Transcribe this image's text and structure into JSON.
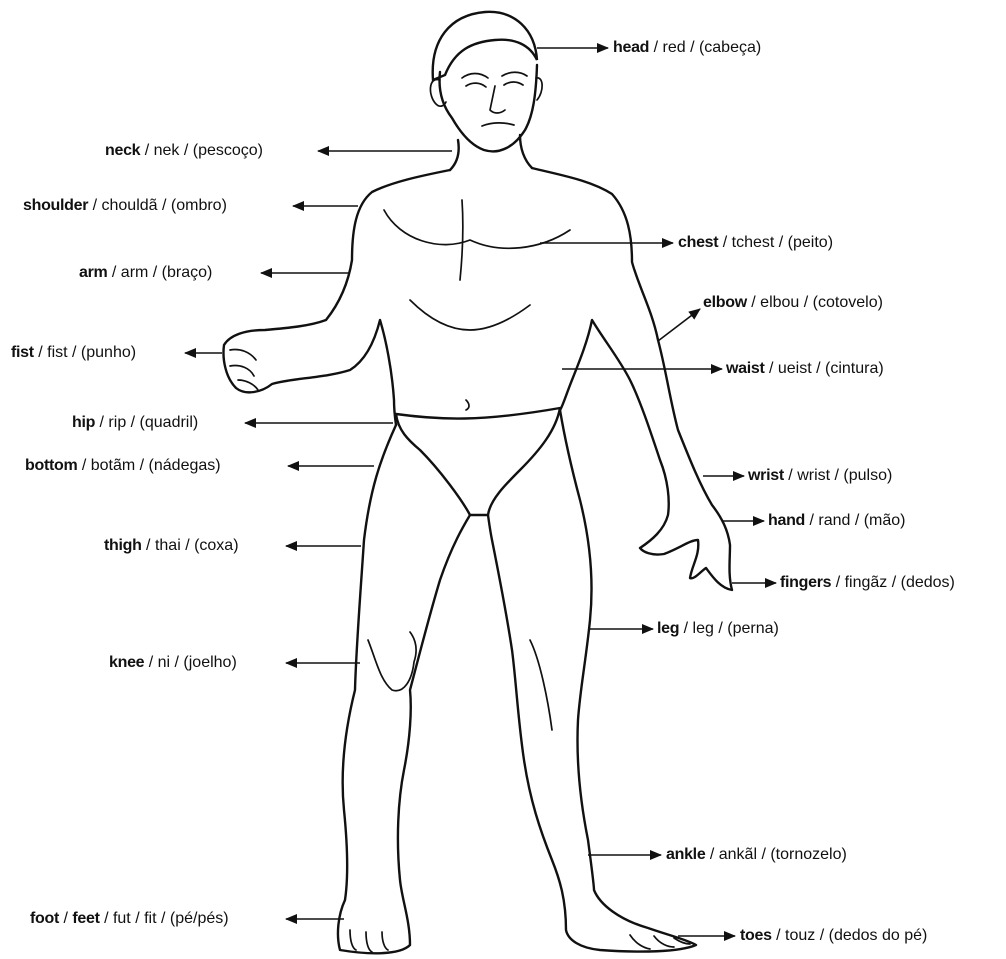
{
  "labels": {
    "head": {
      "word": "head",
      "rest": " / red / (cabeça)"
    },
    "neck": {
      "word": "neck",
      "rest": " / nek / (pescoço)"
    },
    "shoulder": {
      "word": "shoulder",
      "rest": " / chouldã / (ombro)"
    },
    "chest": {
      "word": "chest",
      "rest": " / tchest / (peito)"
    },
    "arm": {
      "word": "arm",
      "rest": " / arm / (braço)"
    },
    "elbow": {
      "word": "elbow",
      "rest": " / elbou / (cotovelo)"
    },
    "fist": {
      "word": "fist",
      "rest": " / fist / (punho)"
    },
    "waist": {
      "word": "waist",
      "rest": " / ueist / (cintura)"
    },
    "hip": {
      "word": "hip",
      "rest": " / rip / (quadril)"
    },
    "bottom": {
      "word": "bottom",
      "rest": " / botãm / (nádegas)"
    },
    "wrist": {
      "word": "wrist",
      "rest": " / wrist / (pulso)"
    },
    "hand": {
      "word": "hand",
      "rest": " / rand / (mão)"
    },
    "thigh": {
      "word": "thigh",
      "rest": " / thai / (coxa)"
    },
    "fingers": {
      "word": "fingers",
      "rest": " / fingãz / (dedos)"
    },
    "leg": {
      "word": "leg",
      "rest": " / leg / (perna)"
    },
    "knee": {
      "word": "knee",
      "rest": " / ni / (joelho)"
    },
    "ankle": {
      "word": "ankle",
      "rest": " / ankãl / (tornozelo)"
    },
    "foot": {
      "word": "foot",
      "sep": " / ",
      "word2": "feet",
      "rest": " / fut / fit / (pé/pés)"
    },
    "toes": {
      "word": "toes",
      "rest": " / touz / (dedos do pé)"
    }
  },
  "colors": {
    "ink": "#111111",
    "background": "#ffffff"
  }
}
